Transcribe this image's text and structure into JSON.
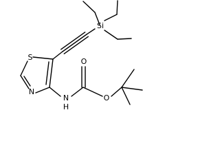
{
  "molecule": {
    "atoms": {
      "si": "Si",
      "s": "S",
      "n_ring": "N",
      "n_amide": "N",
      "h_amide": "H",
      "o_carbonyl": "O",
      "o_ester": "O"
    },
    "colors": {
      "bond": "#000000",
      "text": "#000000",
      "background": "#ffffff"
    }
  }
}
